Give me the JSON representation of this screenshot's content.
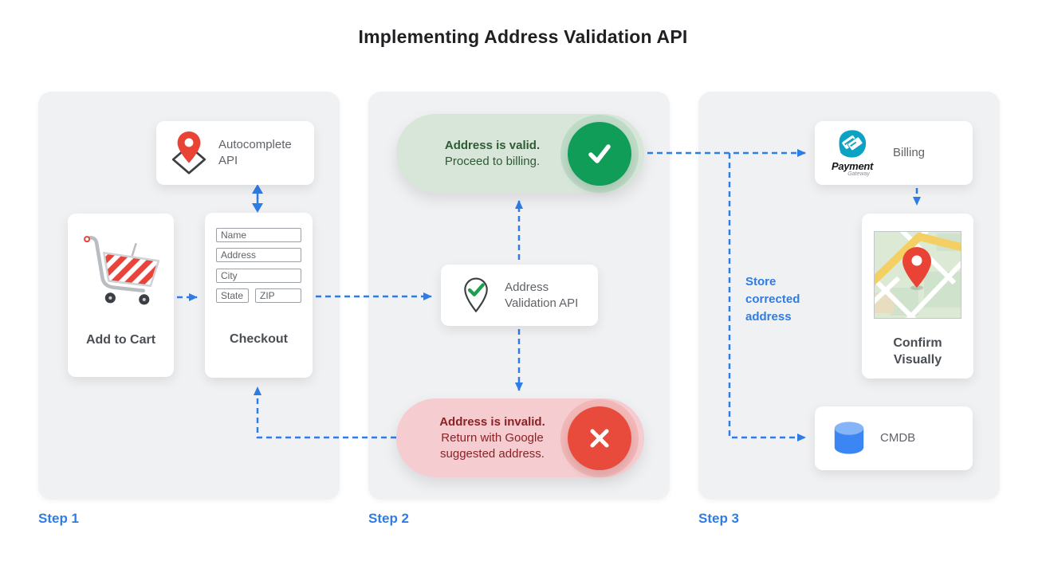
{
  "title": "Implementing Address Validation API",
  "steps": {
    "step1": "Step 1",
    "step2": "Step 2",
    "step3": "Step 3"
  },
  "step1": {
    "autocomplete": {
      "label": "Autocomplete API",
      "icon": "map-pin-diamond-icon"
    },
    "cart": {
      "label": "Add to Cart",
      "icon": "shopping-cart-icon"
    },
    "checkout": {
      "label": "Checkout",
      "fields": {
        "name": "Name",
        "address": "Address",
        "city": "City",
        "state": "State",
        "zip": "ZIP"
      }
    }
  },
  "step2": {
    "valid": {
      "title": "Address is valid.",
      "subtitle": "Proceed to billing.",
      "icon": "check-circle-icon"
    },
    "api": {
      "label": "Address Validation API",
      "icon": "map-pin-check-icon"
    },
    "invalid": {
      "title": "Address is invalid.",
      "subtitle": "Return with Google suggested address.",
      "icon": "x-circle-icon"
    }
  },
  "step3": {
    "billing": {
      "label": "Billing",
      "logo_title": "Payment",
      "logo_subtitle": "Gateway",
      "icon": "payment-gateway-logo"
    },
    "confirm": {
      "label": "Confirm Visually",
      "icon": "map-thumbnail"
    },
    "cmdb": {
      "label": "CMDB",
      "icon": "database-cylinder-icon"
    },
    "store_note": "Store corrected address"
  },
  "colors": {
    "accent_blue": "#2e7ce4",
    "valid_green": "#0f9d58",
    "valid_pill_bg": "#d8e5d9",
    "valid_text": "#2e5a34",
    "invalid_red": "#e84b3b",
    "invalid_pill_bg": "#f5ccd0",
    "invalid_text": "#8c2125",
    "panel_bg": "#f0f1f3",
    "pin_red": "#e94335",
    "gateway_teal": "#0ca2c3",
    "db_blue": "#3b86f2"
  }
}
